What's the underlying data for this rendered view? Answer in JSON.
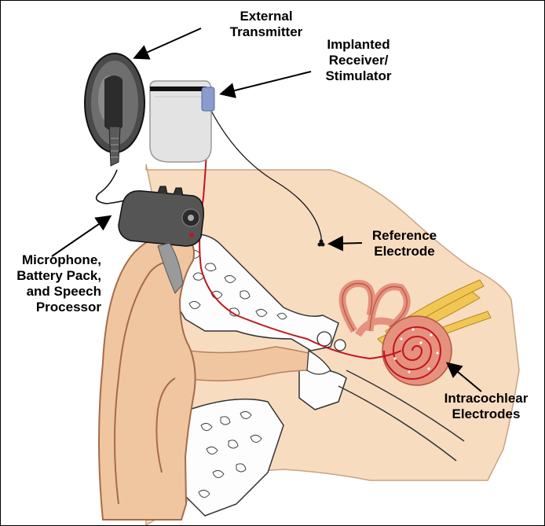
{
  "labels": {
    "external_transmitter": [
      "External",
      "Transmitter"
    ],
    "implanted_receiver": [
      "Implanted",
      "Receiver/",
      "Stimulator"
    ],
    "reference_electrode": [
      "Reference",
      "Electrode"
    ],
    "microphone_pack": [
      "Microphone,",
      "Battery Pack,",
      "and Speech",
      "Processor"
    ],
    "intracochlear_electrodes": [
      "Intracochlear",
      "Electrodes"
    ]
  },
  "colors": {
    "skin": "#f7dcc0",
    "skin_shadow": "#eec9a6",
    "ear": "#f0c6a1",
    "ear_shadow": "#e2a982",
    "bone": "#fdfdfd",
    "cochlea": "#e6907e",
    "cochlea_outline": "#b0563f",
    "nerve": "#f2c655",
    "lead_wire": "#c0161f",
    "black_wire": "#111111",
    "device_gray": "#555555",
    "receiver_body": "#e3e3e3",
    "receiver_connector": "#8a9bcf"
  }
}
